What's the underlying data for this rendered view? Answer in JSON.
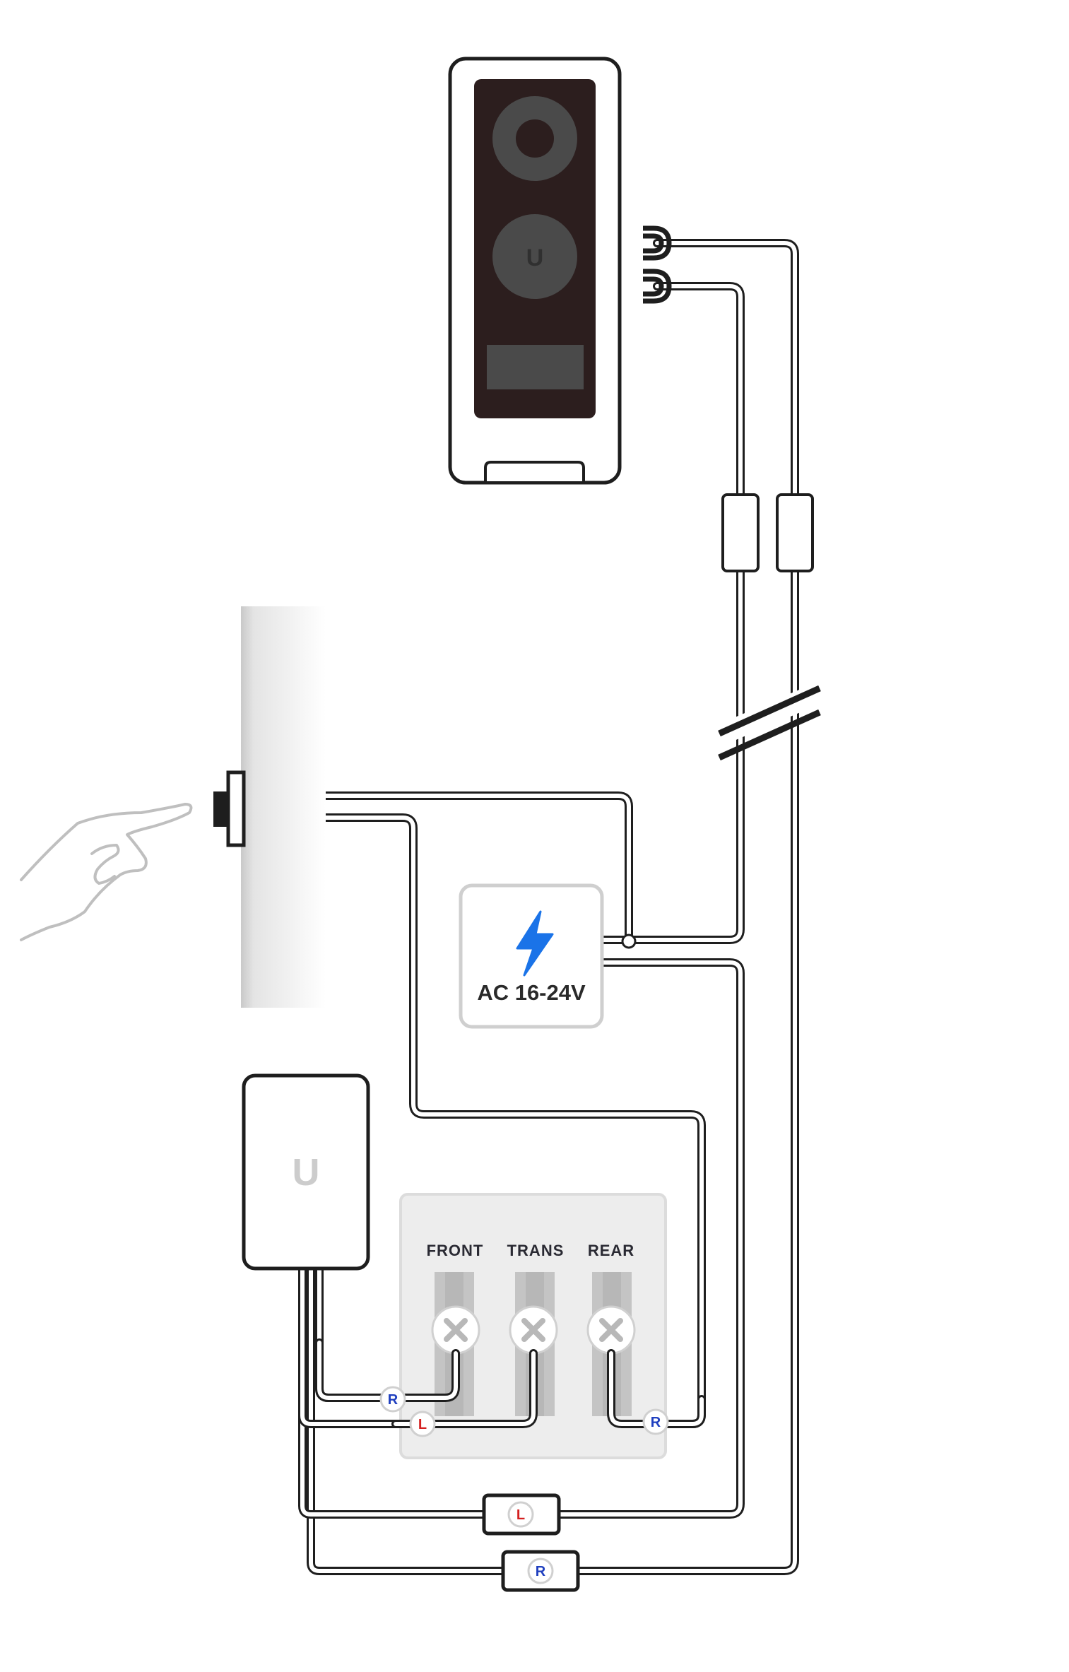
{
  "power_supply": {
    "label": "AC 16-24V",
    "bolt_color": "#1a73e8"
  },
  "chime_terminals": {
    "labels": [
      "FRONT",
      "TRANS",
      "REAR"
    ]
  },
  "connector_badges": {
    "R": "R",
    "L": "L",
    "R_color": "#1f3fbf",
    "L_color": "#d42020"
  },
  "device_logo": "U"
}
